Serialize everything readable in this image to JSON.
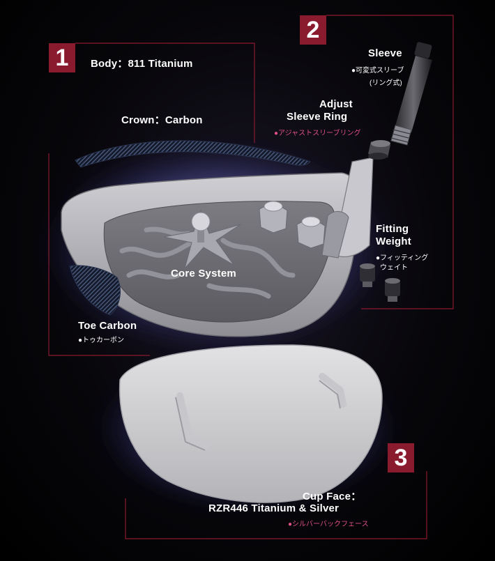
{
  "badges": {
    "one": "1",
    "two": "2",
    "three": "3"
  },
  "labels": {
    "body": "Body：811 Titanium",
    "crown": "Crown：Carbon",
    "core": "Core System",
    "toe": "Toe Carbon",
    "toe_sub": "●トゥカーボン",
    "sleeve": "Sleeve",
    "sleeve_sub1": "●可変式スリーブ",
    "sleeve_sub2": "(リング式)",
    "adjust_line1": "Adjust",
    "adjust_line2": "Sleeve Ring",
    "adjust_sub": "●アジャストスリーブリング",
    "fitting_line1": "Fitting",
    "fitting_line2": "Weight",
    "fitting_sub1": "●フィッティング",
    "fitting_sub2": "ウェイト",
    "cup_line1": "Cup Face：",
    "cup_line2": "RZR446 Titanium & Silver",
    "cup_sub": "●シルバーバックフェース"
  },
  "colors": {
    "badge": "#8a1a2e",
    "frame": "#8a1a2e",
    "accent_pink": "#e0508a",
    "glow": "#8c8cff"
  }
}
